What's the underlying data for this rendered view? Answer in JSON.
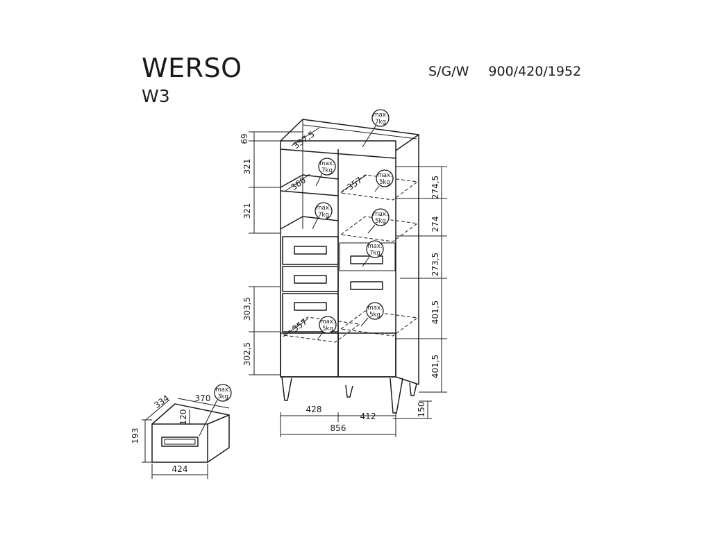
{
  "header": {
    "brand": "WERSO",
    "model": "W3",
    "finish_codes": "S/G/W",
    "overall_size": "900/420/1952"
  },
  "dims": {
    "top_height": "69",
    "top_depth": "357,5",
    "left_shelf_gap_1": "321",
    "left_shelf_gap_2": "321",
    "left_drawer_gap": "303,5",
    "left_bottom_gap": "302,5",
    "left_shelf_depth": "360",
    "right_shelf_depth_1": "357",
    "right_shelf_depth_2": "357",
    "right_gap_1": "274,5",
    "right_gap_2": "274",
    "right_gap_3": "273,5",
    "right_gap_4": "401,5",
    "right_gap_5": "401,5",
    "leg_height": "150",
    "left_width": "428",
    "right_width": "412",
    "inner_width": "856",
    "drawer_inner_height": "120",
    "drawer_depth": "334",
    "drawer_inner_depth": "370",
    "drawer_height": "193",
    "drawer_width": "424"
  },
  "loads": {
    "top": [
      "max.",
      "7kg"
    ],
    "left_shelf_1": [
      "max.",
      "7kg"
    ],
    "left_shelf_2": [
      "max.",
      "7kg"
    ],
    "right_shelf_1": [
      "max.",
      "5kg"
    ],
    "right_shelf_2": [
      "max.",
      "5kg"
    ],
    "right_drawer": [
      "max.",
      "7kg"
    ],
    "left_bottom_shelf": [
      "max.",
      "5kg"
    ],
    "right_bottom_shelf": [
      "max.",
      "5kg"
    ],
    "drawer": [
      "max.",
      "3kg"
    ]
  }
}
